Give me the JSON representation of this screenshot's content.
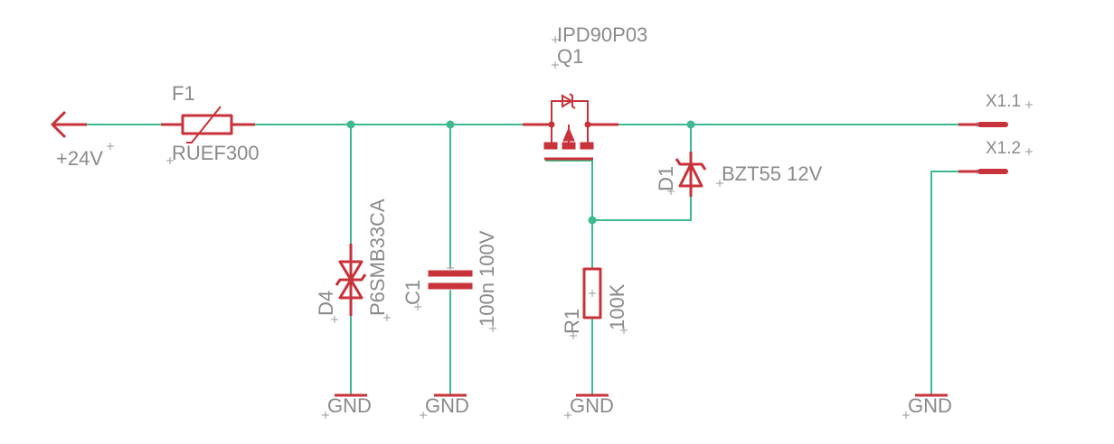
{
  "colors": {
    "wire": "#3fba8f",
    "symbol": "#c8323a",
    "label": "#8a8a8a"
  },
  "supply": {
    "name": "+24V"
  },
  "fuse": {
    "ref": "F1",
    "value": "RUEF300"
  },
  "tvs": {
    "ref": "D4",
    "value": "P6SMB33CA"
  },
  "capacitor": {
    "ref": "C1",
    "value": "100n 100V"
  },
  "mosfet": {
    "ref": "Q1",
    "value": "IPD90P03"
  },
  "zener": {
    "ref": "D1",
    "value": "BZT55 12V"
  },
  "resistor": {
    "ref": "R1",
    "value": "100K"
  },
  "connector": {
    "pin1": "X1.1",
    "pin2": "X1.2"
  },
  "grounds": {
    "gnd1": "GND",
    "gnd2": "GND",
    "gnd3": "GND",
    "gnd4": "GND"
  }
}
